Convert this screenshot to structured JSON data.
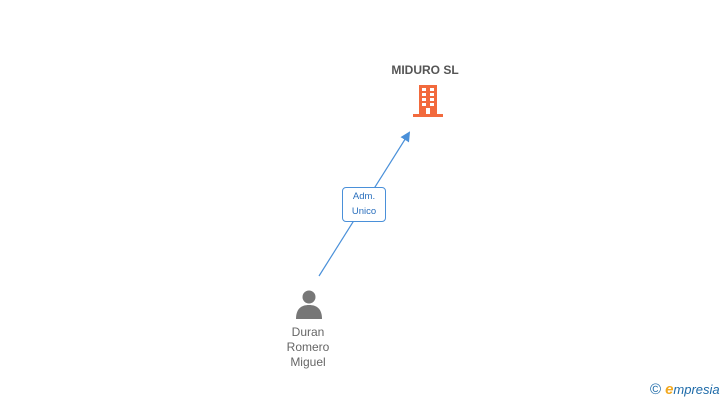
{
  "company": {
    "name": "MIDURO SL",
    "icon": "building-icon",
    "color": "#f26a3d"
  },
  "relation": {
    "line1": "Adm.",
    "line2": "Unico",
    "color": "#4a90d9"
  },
  "person": {
    "icon": "person-icon",
    "name_line1": "Duran",
    "name_line2": "Romero",
    "name_line3": "Miguel",
    "color": "#777777"
  },
  "watermark": {
    "copyright": "©",
    "brand_first": "e",
    "brand_rest": "mpresia"
  }
}
